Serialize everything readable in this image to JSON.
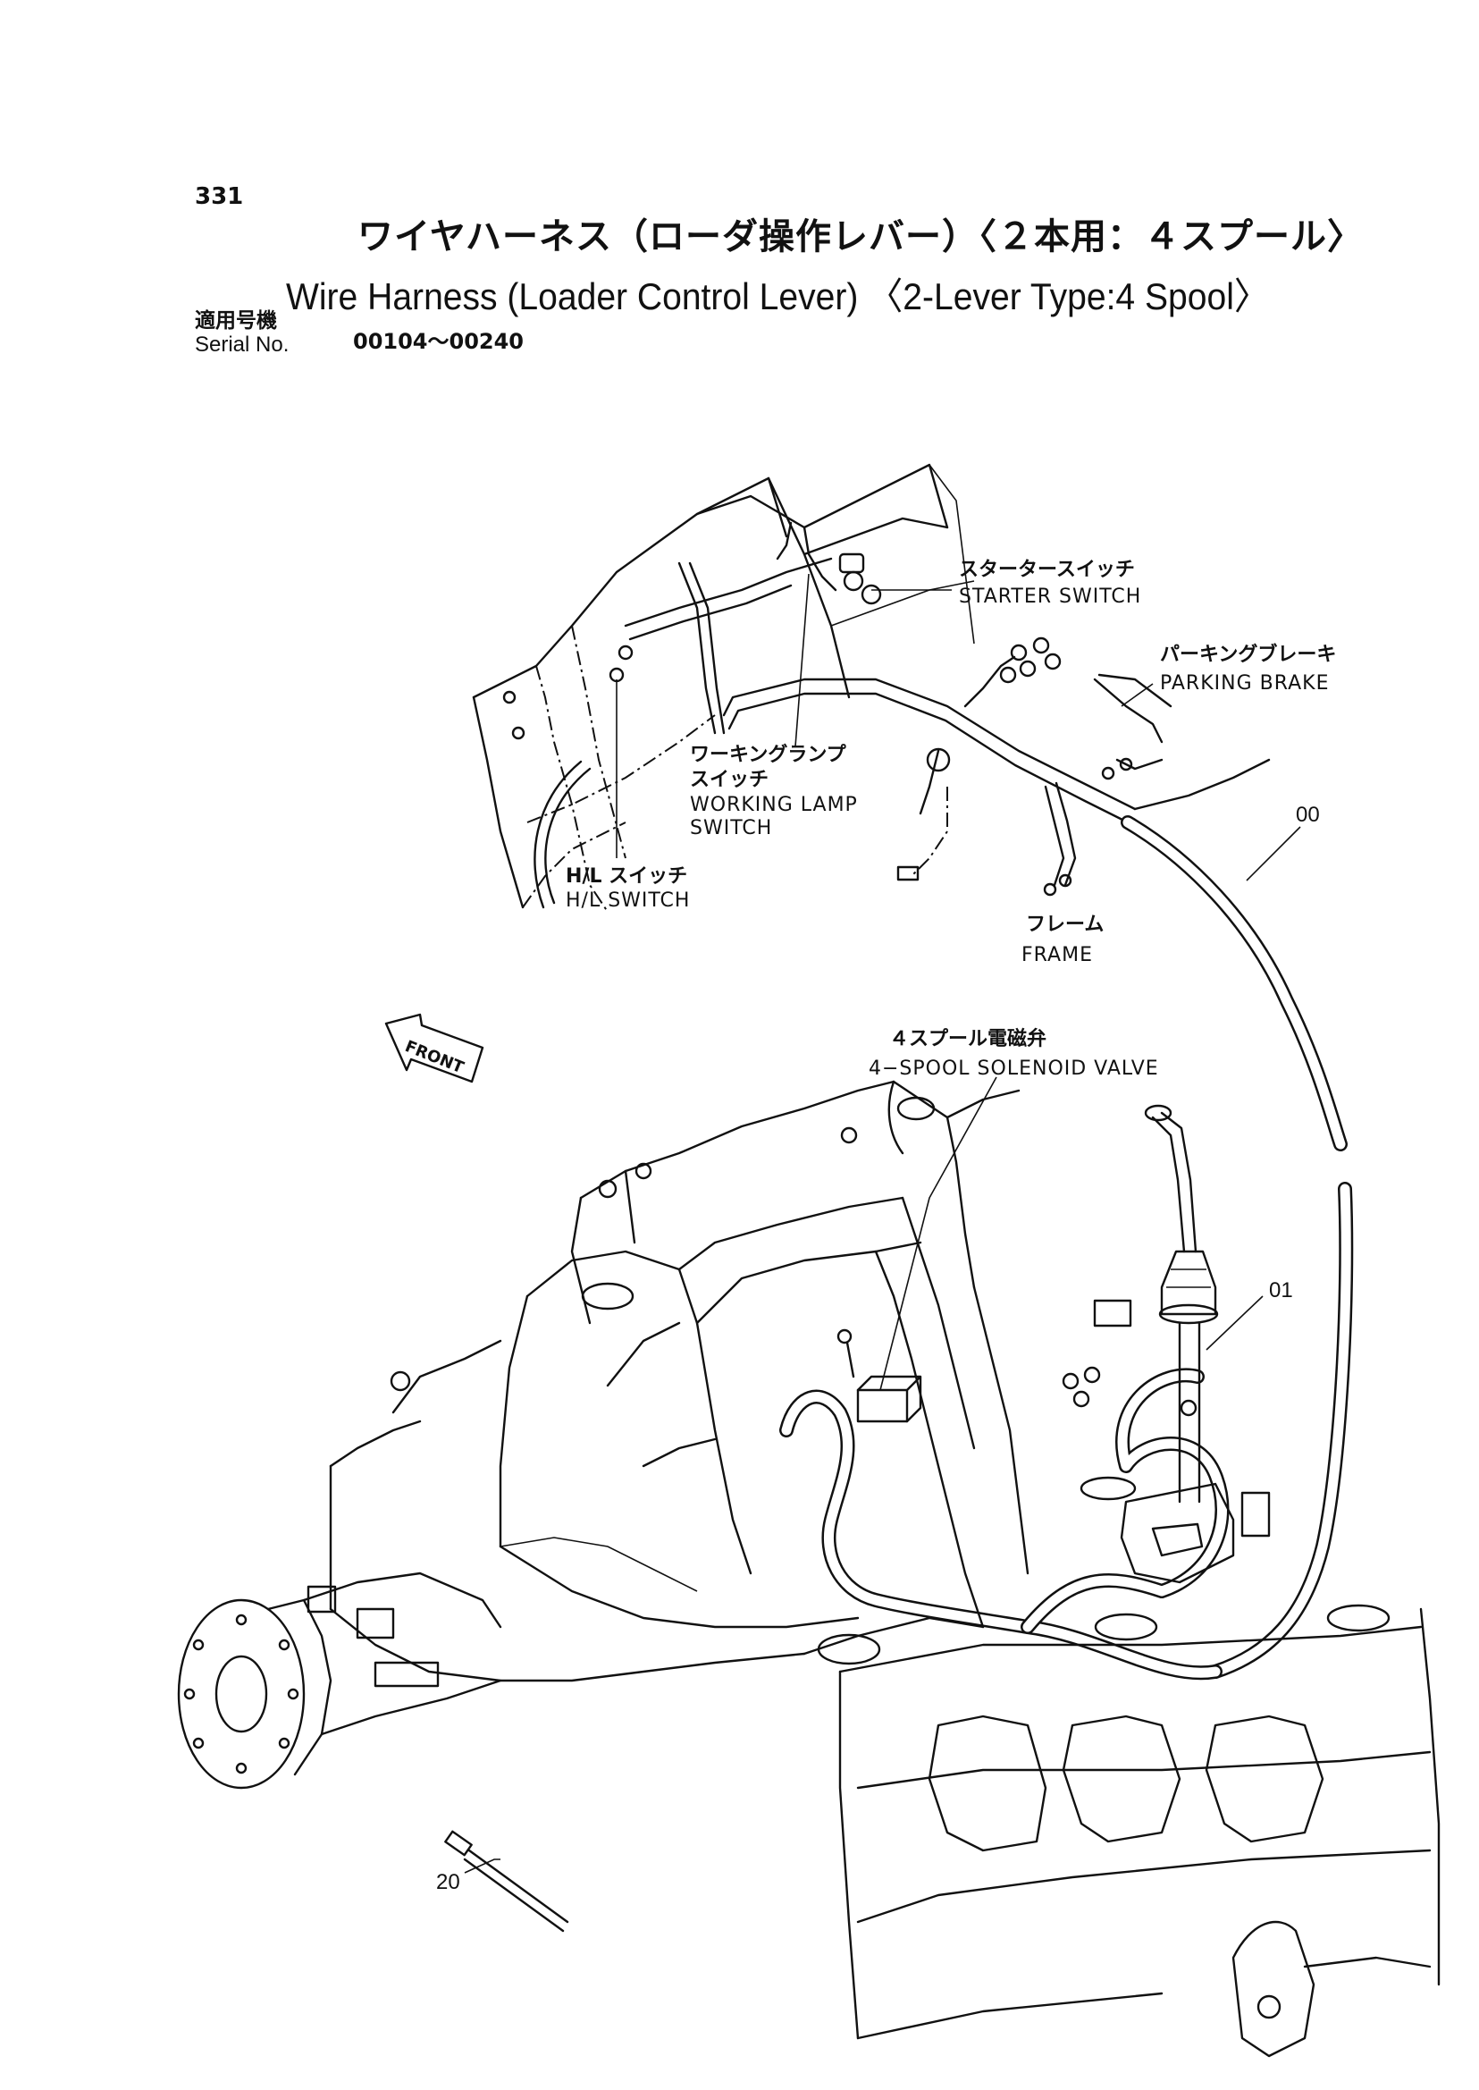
{
  "header": {
    "page_number": "331",
    "title_jp": "ワイヤハーネス（ローダ操作レバー）〈２本用：４スプール〉",
    "title_en": "Wire Harness (Loader Control Lever) 〈2-Lever Type:4 Spool〉",
    "serial_label_jp": "適用号機",
    "serial_label_en": "Serial No.",
    "serial_value": "00104～00240"
  },
  "labels": {
    "starter_switch_jp": "スタータースイッチ",
    "starter_switch_en": "STARTER SWITCH",
    "parking_brake_jp": "パーキングブレーキ",
    "parking_brake_en": "PARKING BRAKE",
    "working_lamp_jp_1": "ワーキングランプ",
    "working_lamp_jp_2": "スイッチ",
    "working_lamp_en_1": "WORKING LAMP",
    "working_lamp_en_2": "SWITCH",
    "hl_switch_jp": "H/L スイッチ",
    "hl_switch_en": "H/L SWITCH",
    "frame_jp": "フレーム",
    "frame_en": "FRAME",
    "solenoid_jp": "４スプール電磁弁",
    "solenoid_en": "4−SPOOL SOLENOID VALVE",
    "front": "FRONT"
  },
  "refs": {
    "harness_main": "00",
    "harness_lever": "01",
    "tie": "20"
  }
}
